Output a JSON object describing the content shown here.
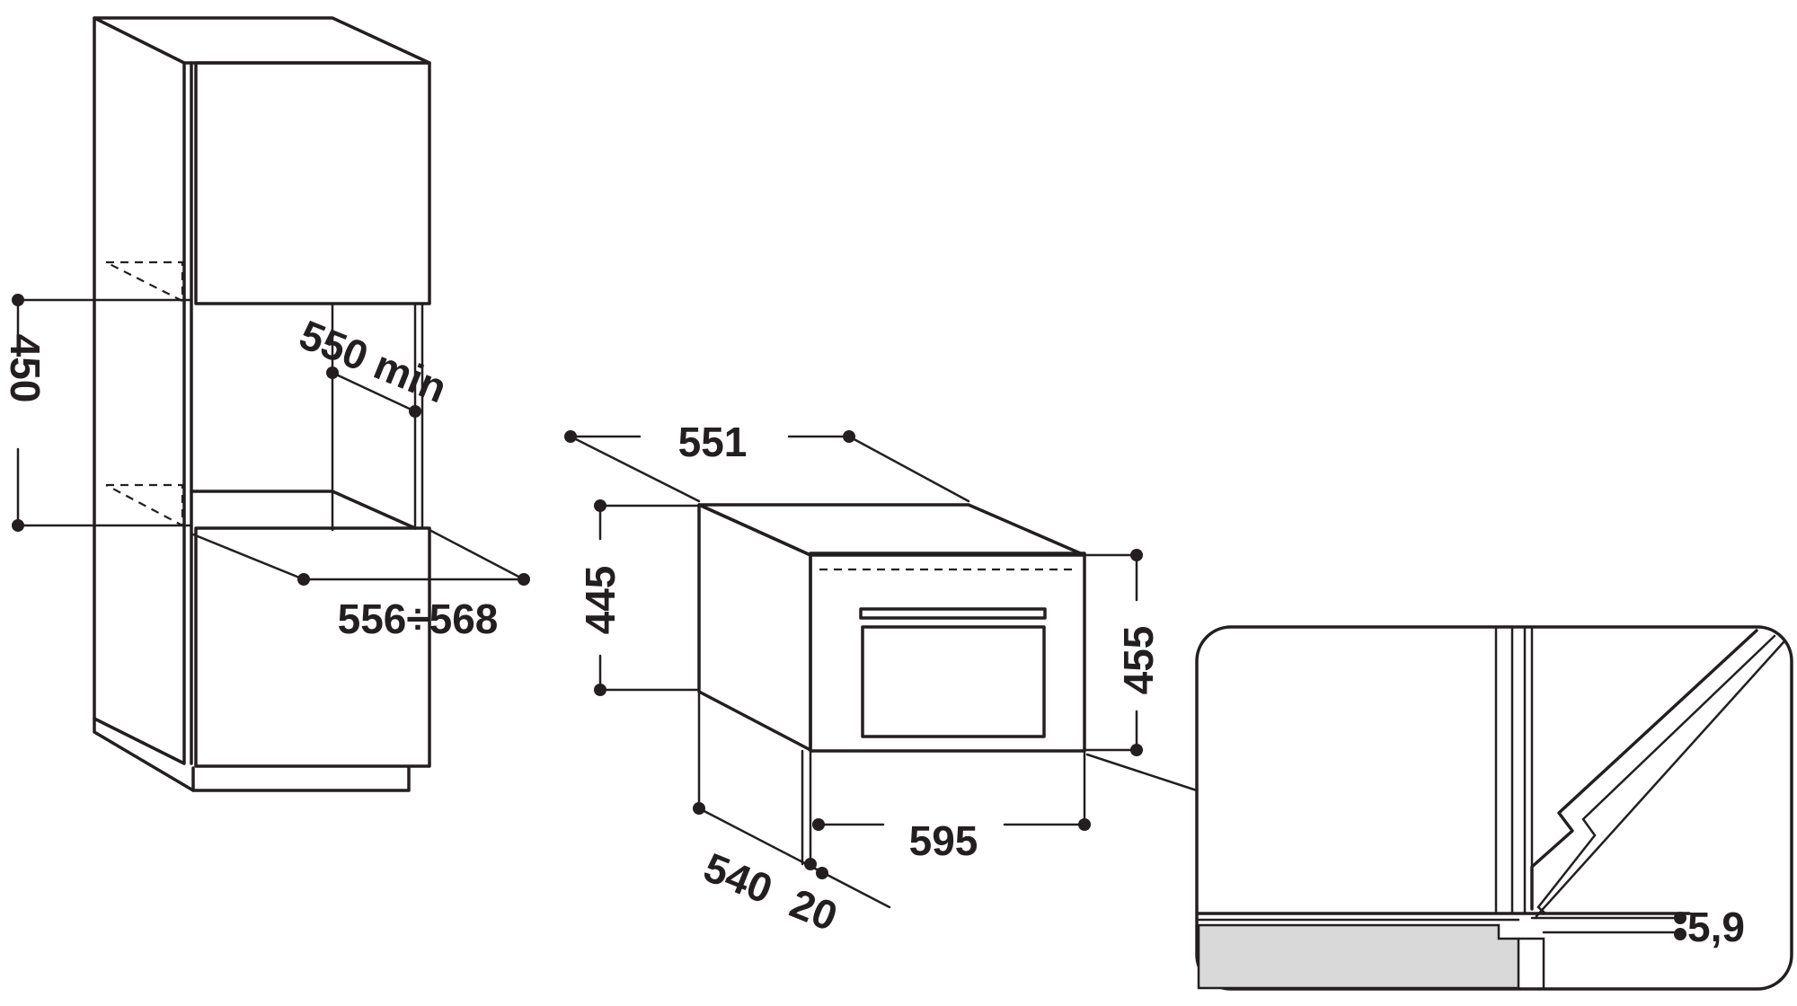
{
  "dimensions": {
    "cabinet_niche_height": "450",
    "cabinet_depth_min": "550 min",
    "cabinet_width_range": "556÷568",
    "oven_depth_top": "551",
    "oven_body_height": "445",
    "oven_front_height": "455",
    "oven_front_width": "595",
    "oven_body_depth": "540",
    "oven_front_thickness": "20",
    "detail_gap": "5,9"
  },
  "colors": {
    "line": "#231f20",
    "detail_fill": "#d9d9d9"
  }
}
